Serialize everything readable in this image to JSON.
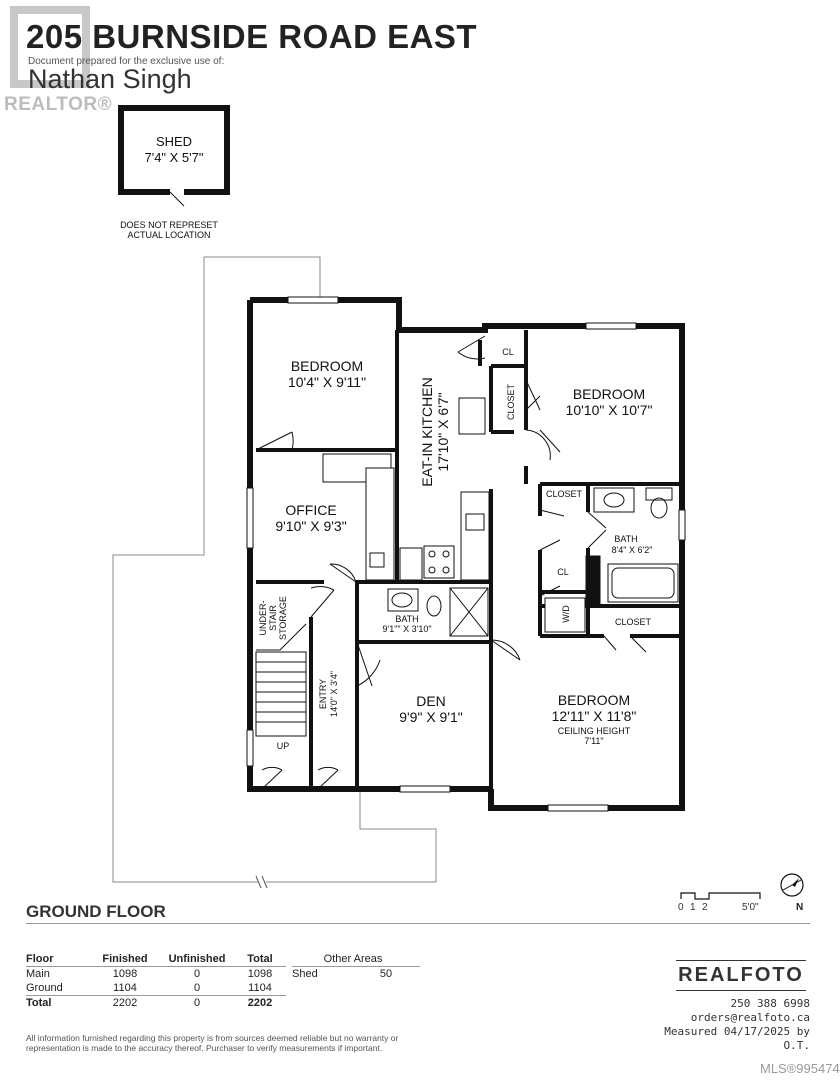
{
  "header": {
    "title": "205 BURNSIDE ROAD EAST",
    "prepared_for_label": "Document prepared for the exclusive use of:",
    "client_name": "Nathan Singh",
    "watermark": "REALTOR®"
  },
  "shed": {
    "name": "SHED",
    "dimensions": "7'4\" X 5'7\"",
    "note_line1": "DOES NOT REPRESET",
    "note_line2": "ACTUAL LOCATION"
  },
  "rooms": {
    "bedroom_nw": {
      "name": "BEDROOM",
      "dims": "10'4\" X 9'11\""
    },
    "kitchen": {
      "name": "EAT-IN KITCHEN",
      "dims": "17'10\" X 6'7\""
    },
    "bedroom_ne": {
      "name": "BEDROOM",
      "dims": "10'10\" X 10'7\""
    },
    "office": {
      "name": "OFFICE",
      "dims": "9'10\" X 9'3\""
    },
    "bath_east": {
      "name": "BATH",
      "dims": "8'4\" X 6'2\""
    },
    "bath_small": {
      "name": "BATH",
      "dims": "9'1\"\" X 3'10\""
    },
    "storage_line1": "UNDER-",
    "storage_line2": "STAIR",
    "storage_line3": "STORAGE",
    "entry": {
      "name": "ENTRY",
      "dims": "14'0\" X 3'4\""
    },
    "den": {
      "name": "DEN",
      "dims": "9'9\" X 9'1\""
    },
    "bedroom_se": {
      "name": "BEDROOM",
      "dims": "12'11\" X 11'8\"",
      "ceiling_label": "CEILING HEIGHT",
      "ceiling_value": "7'11\""
    },
    "closet_label": "CLOSET",
    "cl_label": "CL",
    "wd_label": "W/D",
    "up_label": "UP"
  },
  "floor_label": "GROUND FLOOR",
  "scale": {
    "labels": [
      "0",
      "1",
      "2",
      "5'0\""
    ],
    "north": "N"
  },
  "area_table": {
    "headers": [
      "Floor",
      "Finished",
      "Unfinished",
      "Total"
    ],
    "rows": [
      [
        "Main",
        "1098",
        "0",
        "1098"
      ],
      [
        "Ground",
        "1104",
        "0",
        "1104"
      ]
    ],
    "total": [
      "Total",
      "2202",
      "0",
      "2202"
    ]
  },
  "other_areas": {
    "header": "Other Areas",
    "rows": [
      [
        "Shed",
        "50"
      ]
    ]
  },
  "brand": {
    "name": "REALFOTO",
    "phone": "250 388 6998",
    "email": "orders@realfoto.ca",
    "measured": "Measured 04/17/2025 by O.T."
  },
  "disclaimer": "All information furnished regarding this property is from sources deemed reliable but no warranty or representation is made to the accuracy thereof. Purchaser to verify measurements if important.",
  "mls": "MLS®995474"
}
